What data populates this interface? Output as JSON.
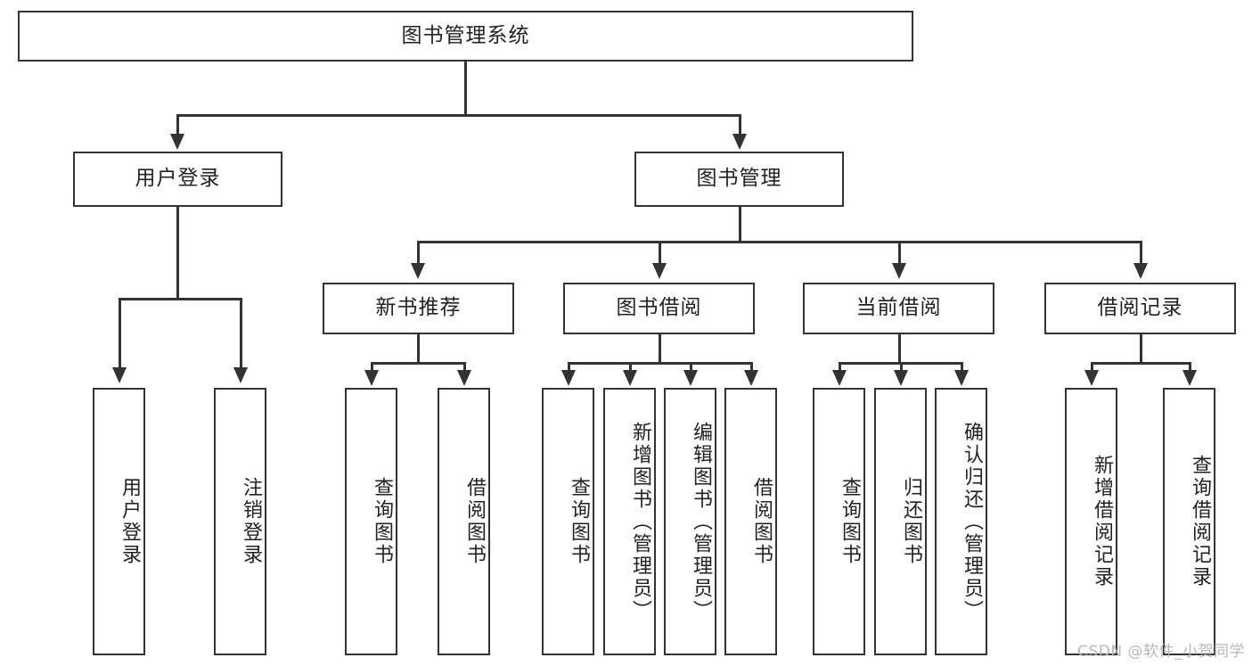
{
  "diagram": {
    "title": "图书管理系统",
    "root": {
      "id": "root",
      "label": "图书管理系统"
    },
    "level2": [
      {
        "id": "user-login",
        "label": "用户登录"
      },
      {
        "id": "book-management",
        "label": "图书管理"
      }
    ],
    "level3": [
      {
        "id": "new-book-recommend",
        "label": "新书推荐"
      },
      {
        "id": "book-borrow",
        "label": "图书借阅"
      },
      {
        "id": "current-borrow",
        "label": "当前借阅"
      },
      {
        "id": "borrow-record",
        "label": "借阅记录"
      }
    ],
    "leaves": {
      "user_login": [
        {
          "id": "leaf-user-login",
          "label": "用户登录"
        },
        {
          "id": "leaf-user-logout",
          "label": "注销登录"
        }
      ],
      "new_book_recommend": [
        {
          "id": "leaf-query-book-1",
          "label": "查询图书"
        },
        {
          "id": "leaf-borrow-book-1",
          "label": "借阅图书"
        }
      ],
      "book_borrow": [
        {
          "id": "leaf-query-book-2",
          "label": "查询图书"
        },
        {
          "id": "leaf-add-book",
          "label": "新增图书（管理员）"
        },
        {
          "id": "leaf-edit-book",
          "label": "编辑图书（管理员）"
        },
        {
          "id": "leaf-borrow-book-2",
          "label": "借阅图书"
        }
      ],
      "current_borrow": [
        {
          "id": "leaf-query-book-3",
          "label": "查询图书"
        },
        {
          "id": "leaf-return-book",
          "label": "归还图书"
        },
        {
          "id": "leaf-confirm-return",
          "label": "确认归还（管理员）"
        }
      ],
      "borrow_record": [
        {
          "id": "leaf-add-record",
          "label": "新增借阅记录"
        },
        {
          "id": "leaf-query-record",
          "label": "查询借阅记录"
        }
      ]
    }
  },
  "watermark": {
    "text": "CSDN @软件_小贺同学"
  },
  "colors": {
    "stroke": "#333333",
    "background": "#ffffff",
    "text": "#222222",
    "watermark": "#b8b8b8"
  }
}
